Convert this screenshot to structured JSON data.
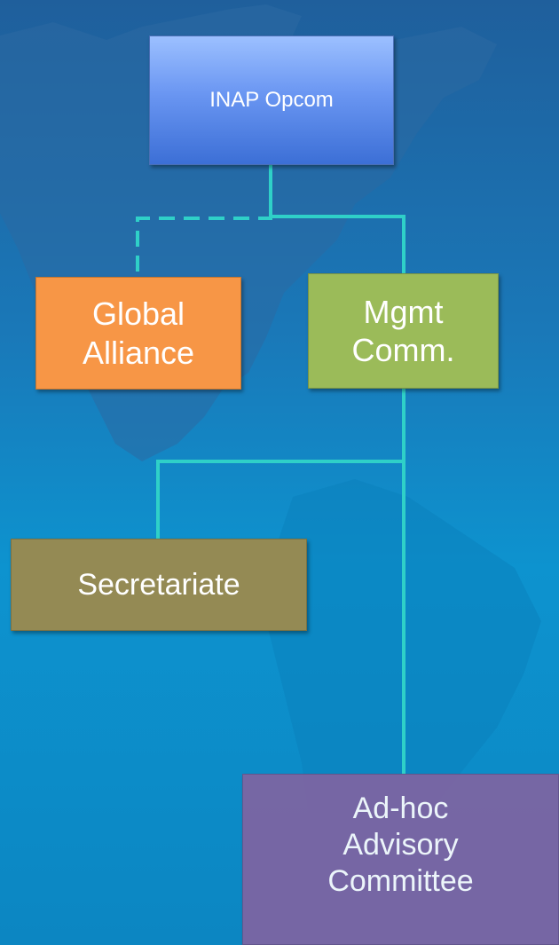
{
  "diagram": {
    "nodes": {
      "opcom": "INAP Opcom",
      "global_alliance": "Global\nAlliance",
      "mgmt_comm": "Mgmt\nComm.",
      "secretariate": "Secretariate",
      "adhoc": "Ad-hoc\nAdvisory\nCommittee"
    },
    "colors": {
      "connector": "#2fd0c8",
      "opcom_fill": "#5b8ae6",
      "global_alliance_fill": "#f79646",
      "mgmt_comm_fill": "#9bbb59",
      "secretariate_fill": "#948a54",
      "adhoc_fill": "#8064a2"
    },
    "edges": [
      {
        "from": "INAP Opcom",
        "to": "Global\nAlliance",
        "style": "dashed"
      },
      {
        "from": "INAP Opcom",
        "to": "Mgmt\nComm.",
        "style": "solid"
      },
      {
        "from": "Mgmt\nComm.",
        "to": "Secretariate",
        "style": "solid"
      },
      {
        "from": "Mgmt\nComm.",
        "to": "Ad-hoc\nAdvisory\nCommittee",
        "style": "solid"
      }
    ]
  }
}
